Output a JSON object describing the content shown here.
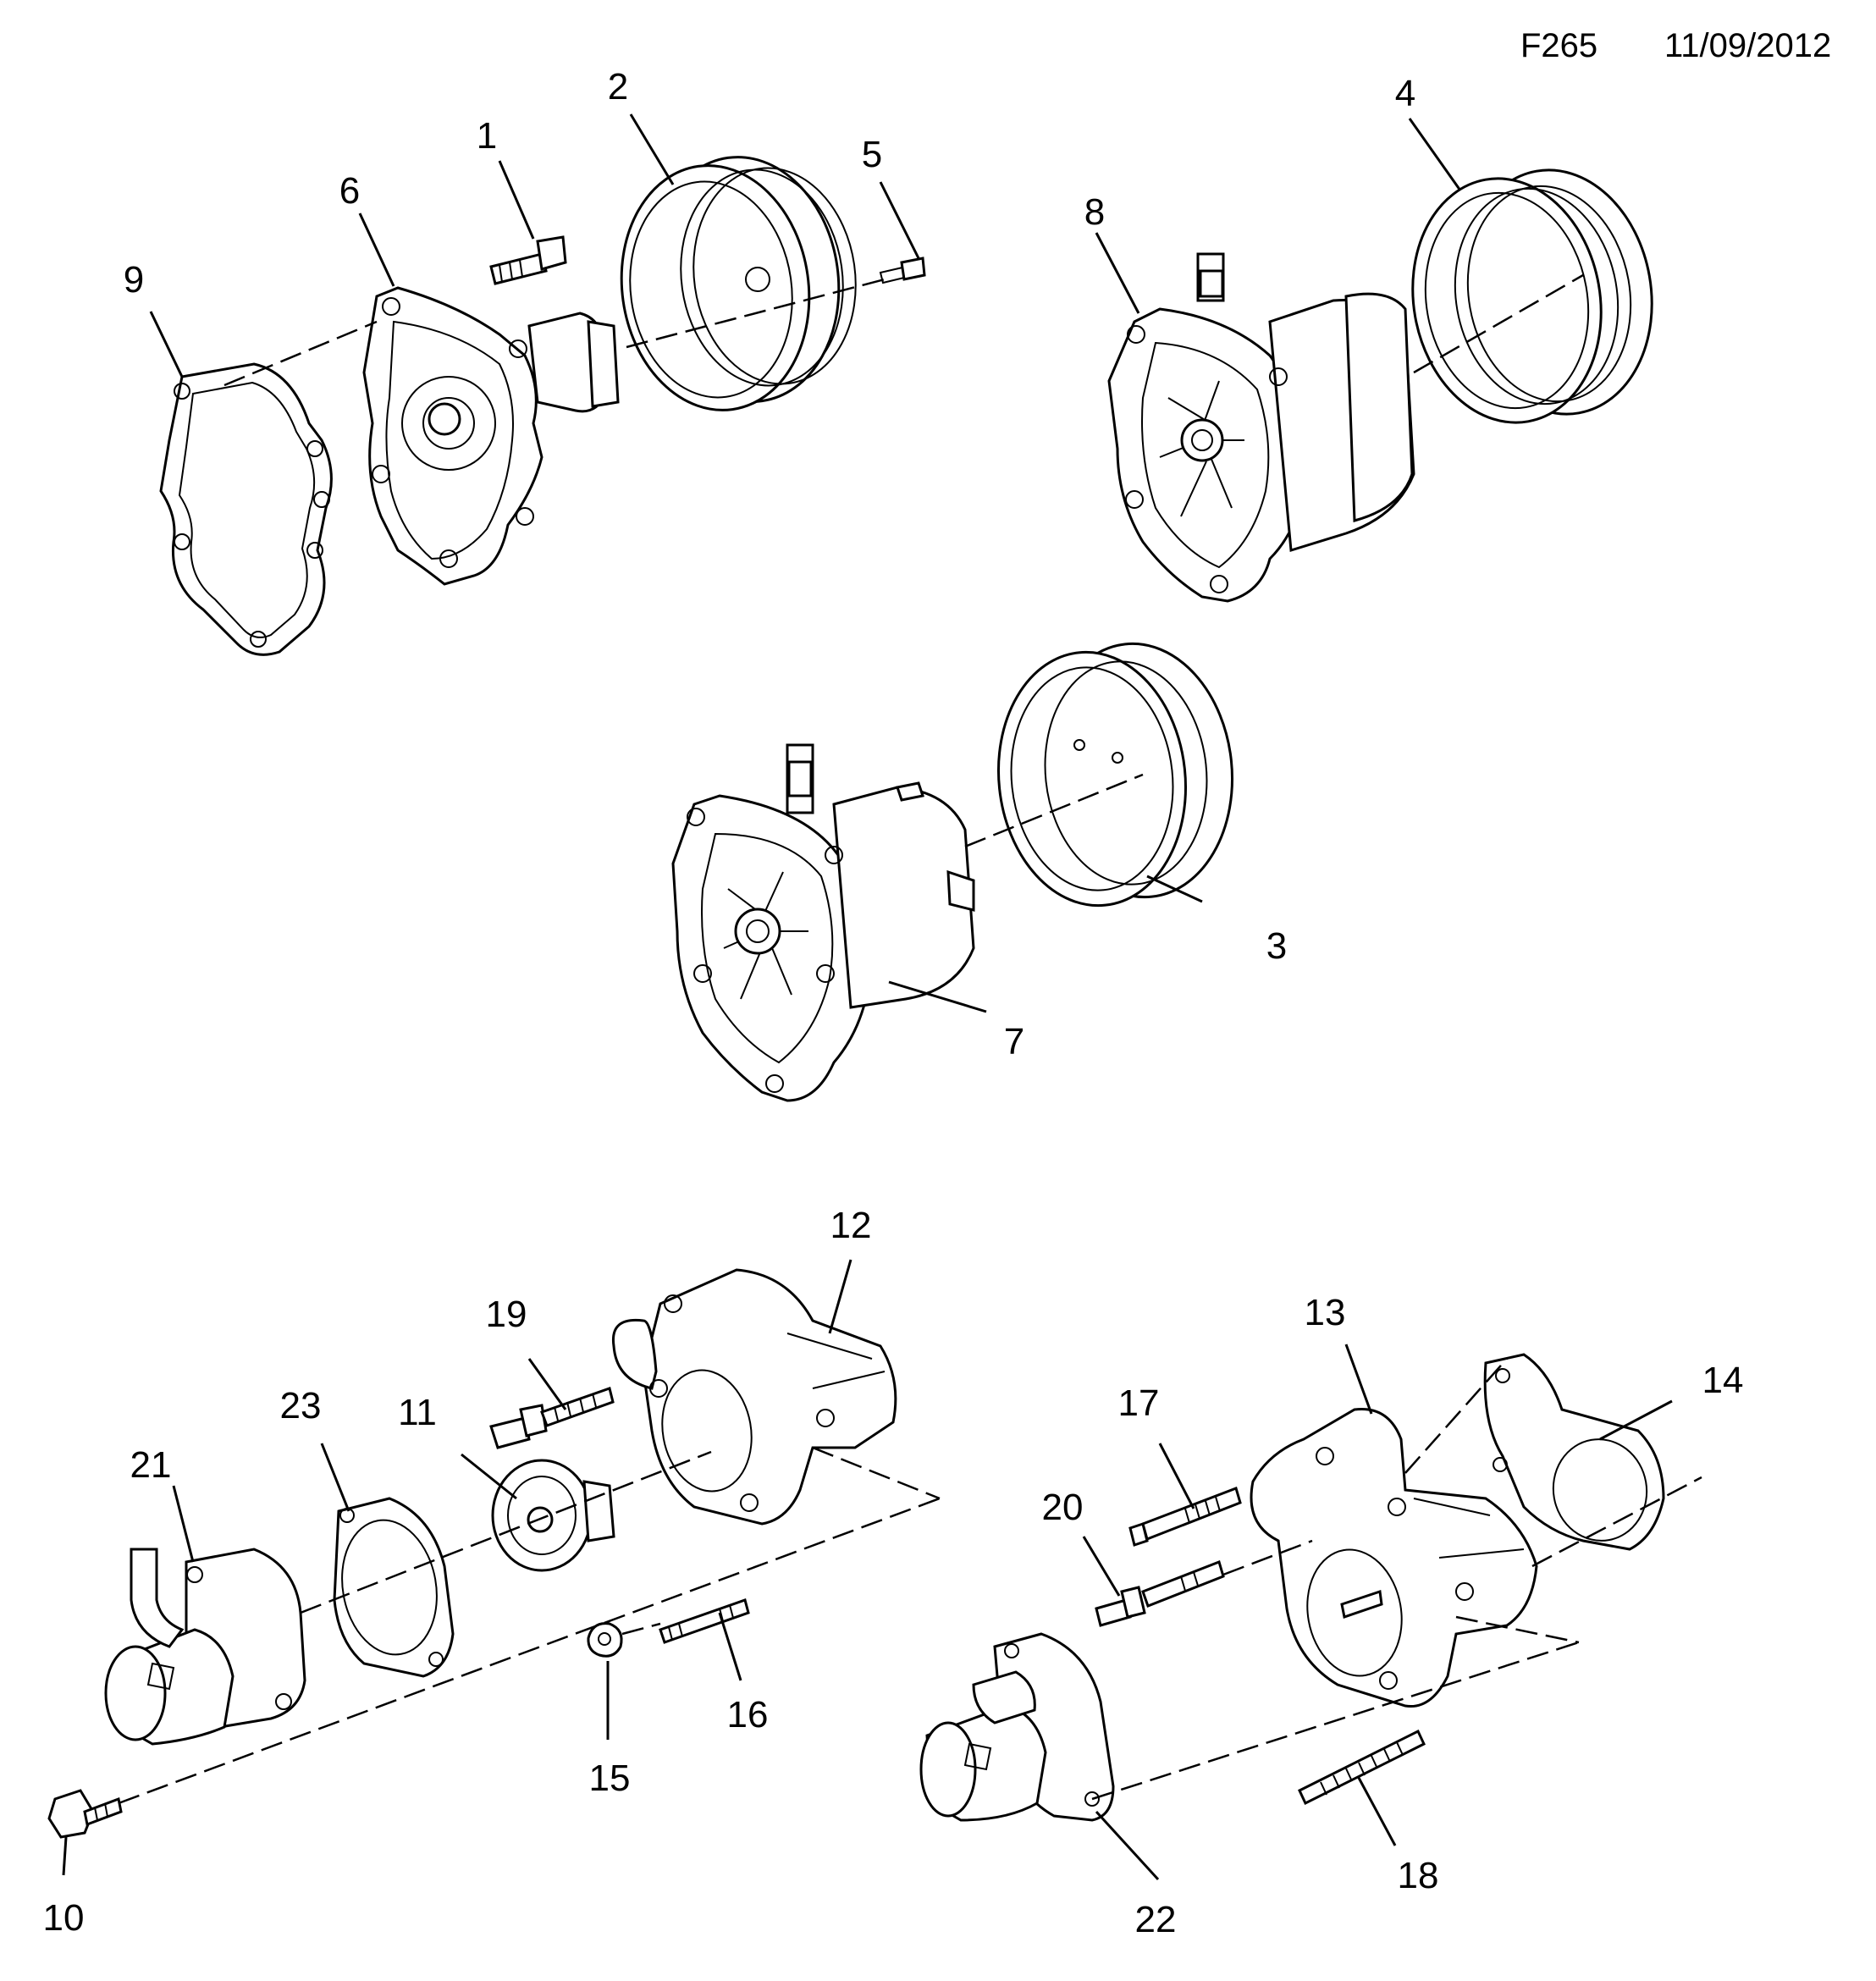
{
  "header": {
    "code": "F265",
    "date": "11/09/2012"
  },
  "callouts": [
    "1",
    "2",
    "3",
    "4",
    "5",
    "6",
    "7",
    "8",
    "9",
    "10",
    "11",
    "12",
    "13",
    "14",
    "15",
    "16",
    "17",
    "18",
    "19",
    "20",
    "21",
    "22",
    "23"
  ]
}
